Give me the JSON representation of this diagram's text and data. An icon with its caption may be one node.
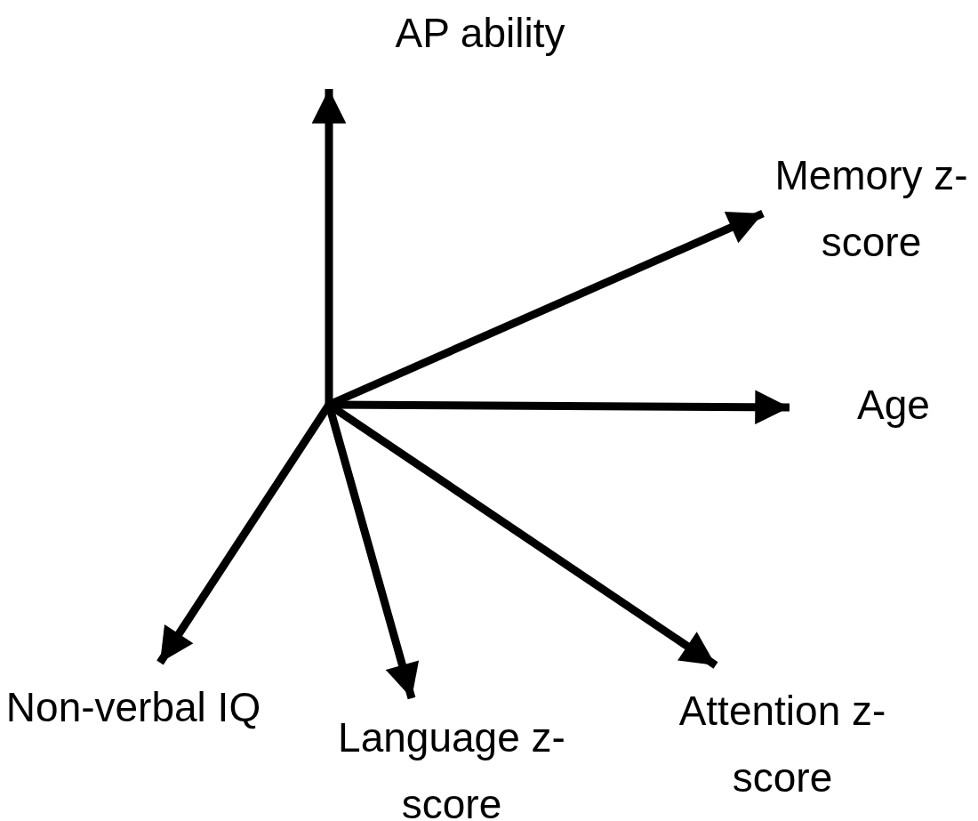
{
  "diagram": {
    "nodes": [
      {
        "text": [
          "AP ability"
        ]
      },
      {
        "text": [
          "Memory z-score"
        ]
      },
      {
        "text": [
          "Age"
        ]
      },
      {
        "text": [
          "Non-verbal IQ"
        ]
      },
      {
        "text": [
          "Language z-score"
        ]
      },
      {
        "text": [
          "Attention z- score"
        ]
      }
    ],
    "edges": [
      {
        "from": null,
        "to": 0,
        "arrow": "to"
      },
      {
        "from": null,
        "to": 1,
        "arrow": "to"
      },
      {
        "from": null,
        "to": 2,
        "arrow": "to"
      },
      {
        "from": null,
        "to": 3,
        "arrow": "to"
      },
      {
        "from": null,
        "to": 4,
        "arrow": "to"
      },
      {
        "from": null,
        "to": 5,
        "arrow": "to"
      }
    ]
  }
}
